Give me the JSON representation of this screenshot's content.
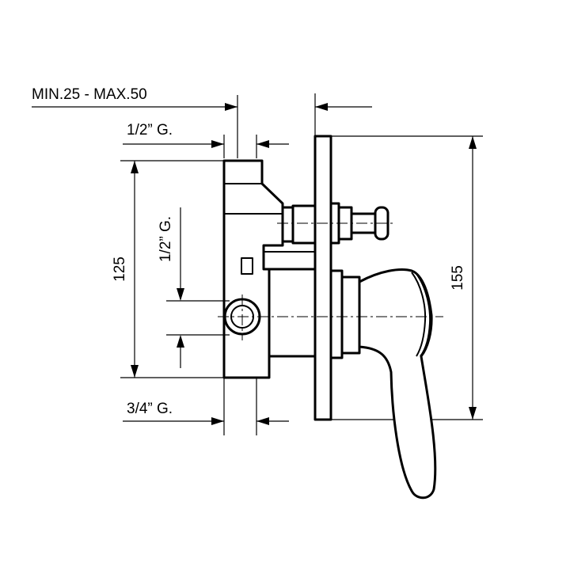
{
  "drawing": {
    "labels": {
      "depth_range": "MIN.25 - MAX.50",
      "inlet_top": "1/2” G.",
      "inlet_side": "1/2” G.",
      "outlet_bottom": "3/4” G.",
      "height_body": "125",
      "height_plate": "155"
    }
  }
}
